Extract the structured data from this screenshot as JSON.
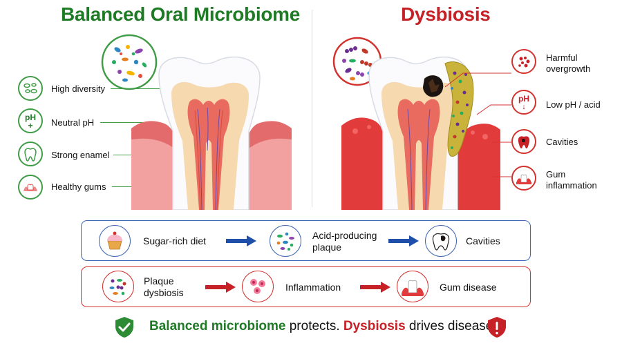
{
  "titles": {
    "left": "Balanced Oral Microbiome",
    "right": "Dysbiosis"
  },
  "left_labels": [
    {
      "icon": "bacteria-cluster-icon",
      "text": "High diversity"
    },
    {
      "icon": "ph-plus-icon",
      "icon_text": "pH",
      "icon_sub": "+",
      "text": "Neutral pH"
    },
    {
      "icon": "tooth-outline-icon",
      "text": "Strong enamel"
    },
    {
      "icon": "healthy-gums-icon",
      "text": "Healthy gums"
    }
  ],
  "right_labels": [
    {
      "icon": "bacteria-overgrowth-icon",
      "text": "Harmful overgrowth"
    },
    {
      "icon": "ph-down-icon",
      "icon_text": "pH",
      "icon_sub": "↓",
      "text": "Low pH / acid"
    },
    {
      "icon": "cavity-tooth-icon",
      "text": "Cavities"
    },
    {
      "icon": "inflamed-gums-icon",
      "text": "Gum inflammation"
    }
  ],
  "flow_rows": [
    {
      "color": "#3f67b2",
      "steps": [
        {
          "icon": "cupcake-icon",
          "text": "Sugar-rich diet"
        },
        {
          "icon": "plaque-bacteria-icon",
          "text": "Acid-producing plaque"
        },
        {
          "icon": "cavity-tooth-icon",
          "text": "Cavities"
        }
      ]
    },
    {
      "color": "#d3332f",
      "steps": [
        {
          "icon": "mixed-bacteria-icon",
          "text": "Plaque dysbiosis"
        },
        {
          "icon": "inflammation-cells-icon",
          "text": "Inflammation"
        },
        {
          "icon": "gum-disease-icon",
          "text": "Gum disease"
        }
      ]
    }
  ],
  "footer": {
    "part1": "Balanced microbiome",
    "part2": " protects. ",
    "part3": "Dysbiosis",
    "part4": " drives disease."
  },
  "colors": {
    "healthy_green": "#1e7a25",
    "disease_red": "#c62127",
    "flow_blue": "#3f67b2"
  }
}
